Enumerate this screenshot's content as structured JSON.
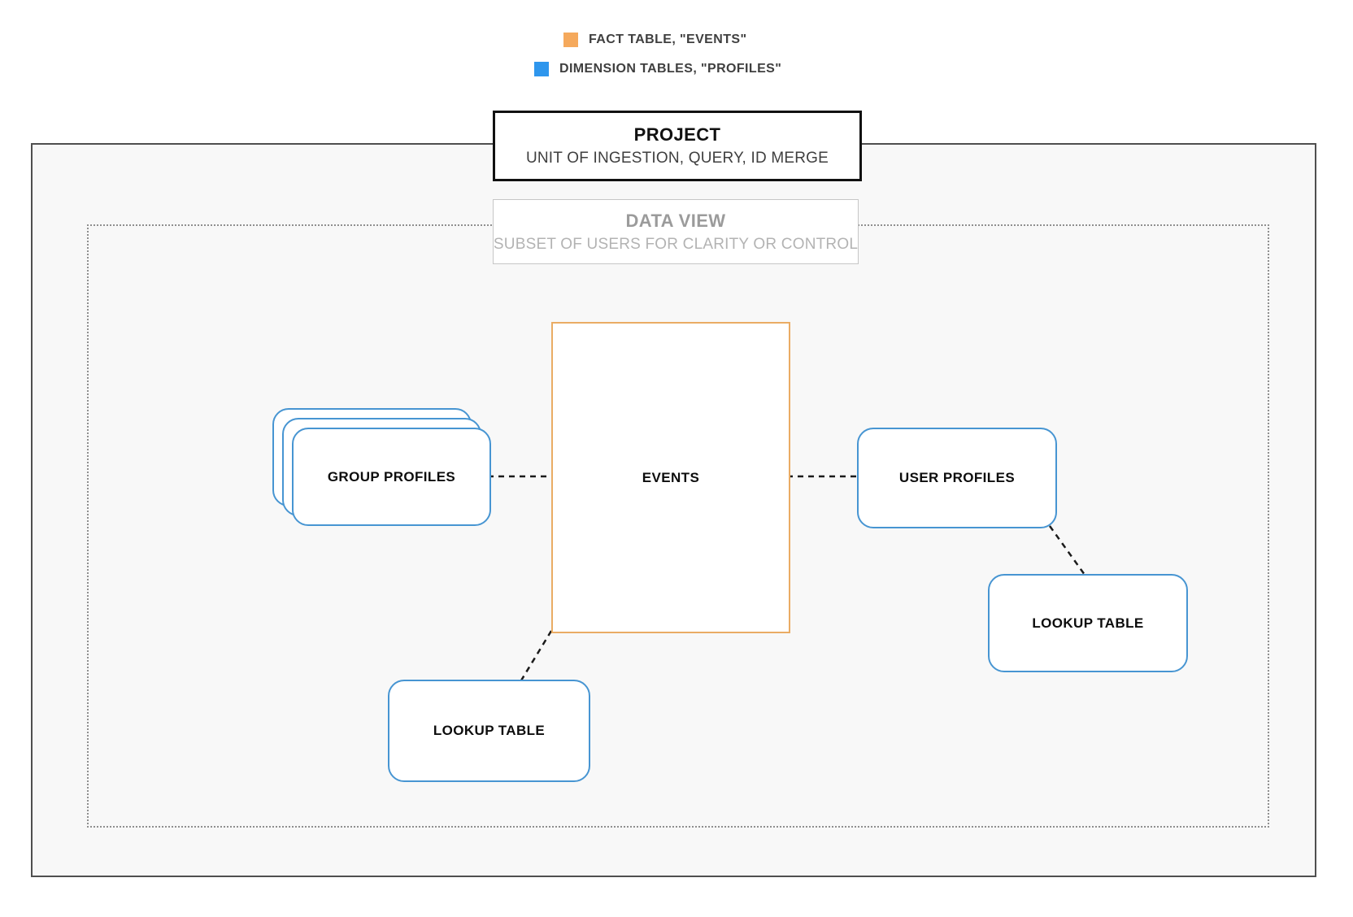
{
  "diagram": {
    "legend": {
      "items": [
        {
          "id": "fact",
          "label": "FACT TABLE, \"EVENTS\"",
          "color": "#F5A95C"
        },
        {
          "id": "dimension",
          "label": "DIMENSION TABLES, \"PROFILES\"",
          "color": "#2E96ED"
        }
      ]
    },
    "containers": {
      "project": {
        "title": "PROJECT",
        "subtitle": "UNIT OF INGESTION, QUERY, ID MERGE"
      },
      "data_view": {
        "title": "DATA VIEW",
        "subtitle": "SUBSET OF USERS FOR CLARITY OR CONTROL"
      }
    },
    "nodes": {
      "events": {
        "label": "EVENTS",
        "category": "fact"
      },
      "group_profiles": {
        "label": "GROUP PROFILES",
        "category": "dimension",
        "stacked": true
      },
      "user_profiles": {
        "label": "USER PROFILES",
        "category": "dimension"
      },
      "lookup_left": {
        "label": "LOOKUP TABLE",
        "category": "dimension"
      },
      "lookup_right": {
        "label": "LOOKUP TABLE",
        "category": "dimension"
      }
    },
    "connections": [
      {
        "from": "group_profiles",
        "to": "events",
        "style": "dashed"
      },
      {
        "from": "events",
        "to": "user_profiles",
        "style": "dashed"
      },
      {
        "from": "user_profiles",
        "to": "lookup_right",
        "style": "dashed"
      },
      {
        "from": "events",
        "to": "lookup_left",
        "style": "dashed"
      }
    ],
    "colors": {
      "fact_border": "#EAAC64",
      "dimension_border": "#4795D2",
      "fact_swatch": "#F5A95C",
      "dimension_swatch": "#2E96ED",
      "connector": "#1B1B1B",
      "outer_border": "#4F4F4F",
      "dotted_border": "#8F8F8F",
      "inner_background": "#F8F8F8"
    }
  }
}
